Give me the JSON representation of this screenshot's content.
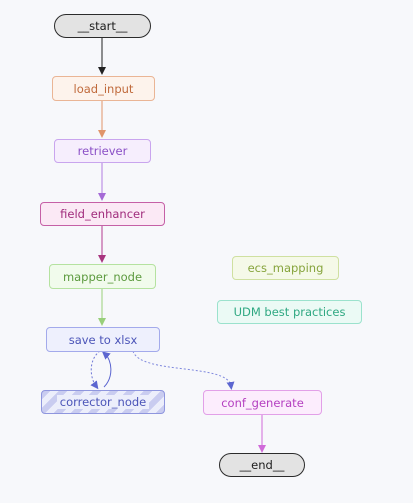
{
  "nodes": {
    "start": {
      "label": "__start__"
    },
    "load_input": {
      "label": "load_input"
    },
    "retriever": {
      "label": "retriever"
    },
    "field_enhancer": {
      "label": "field_enhancer"
    },
    "mapper_node": {
      "label": "mapper_node"
    },
    "save_to_xlsx": {
      "label": "save to xlsx"
    },
    "corrector_node": {
      "label": "corrector_node"
    },
    "conf_generate": {
      "label": "conf_generate"
    },
    "end": {
      "label": "__end__"
    },
    "ecs_mapping": {
      "label": "ecs_mapping"
    },
    "udm_best_practices": {
      "label": "UDM best practices"
    }
  },
  "colors": {
    "load_input": "#e0956a",
    "retriever": "#b07be0",
    "field_enhancer": "#b33a8f",
    "mapper_node": "#98cf7a",
    "save_to_xlsx": "#7f88dd",
    "corrector_node": "#6e77d6",
    "conf_generate": "#d06ad9",
    "ecs_mapping": "#a8c46a",
    "udm_best_practices": "#6fd3b8",
    "terminal": "#2b2b2b"
  }
}
